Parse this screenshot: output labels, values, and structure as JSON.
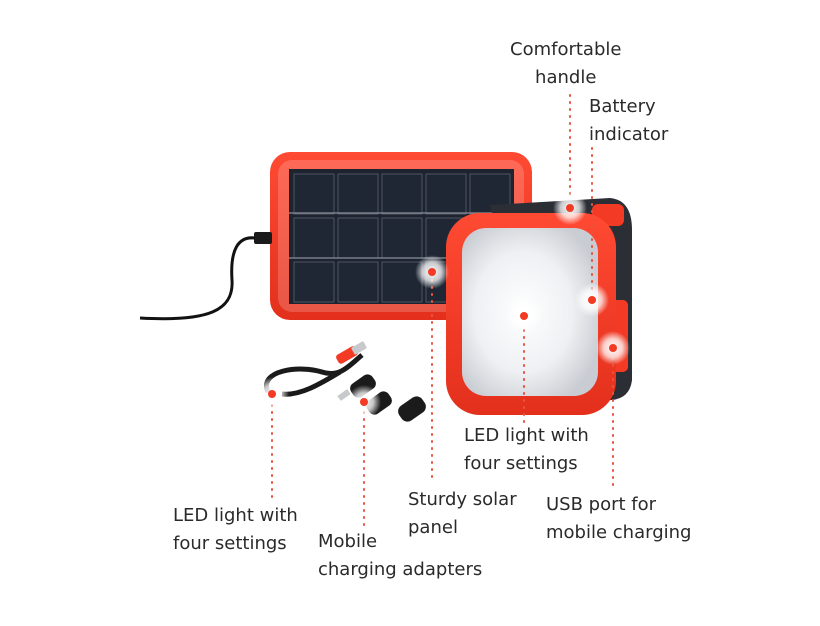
{
  "callouts": {
    "handle": {
      "line1": "Comfortable",
      "line2": "handle"
    },
    "battery": {
      "line1": "Battery",
      "line2": "indicator"
    },
    "led_lamp": {
      "line1": "LED light with",
      "line2": "four settings"
    },
    "led_cable": {
      "line1": "LED light with",
      "line2": "four settings"
    },
    "solar": {
      "line1": "Sturdy solar",
      "line2": "panel"
    },
    "adapters": {
      "line1": "Mobile",
      "line2": "charging adapters"
    },
    "usb": {
      "line1": "USB port for",
      "line2": "mobile charging"
    }
  },
  "colors": {
    "accent": "#f23a24",
    "dotted_line": "#e8543f",
    "panel_cell": "#1d2430",
    "lamp_body": "#2b2e35",
    "label_text": "#2a2a2a"
  }
}
